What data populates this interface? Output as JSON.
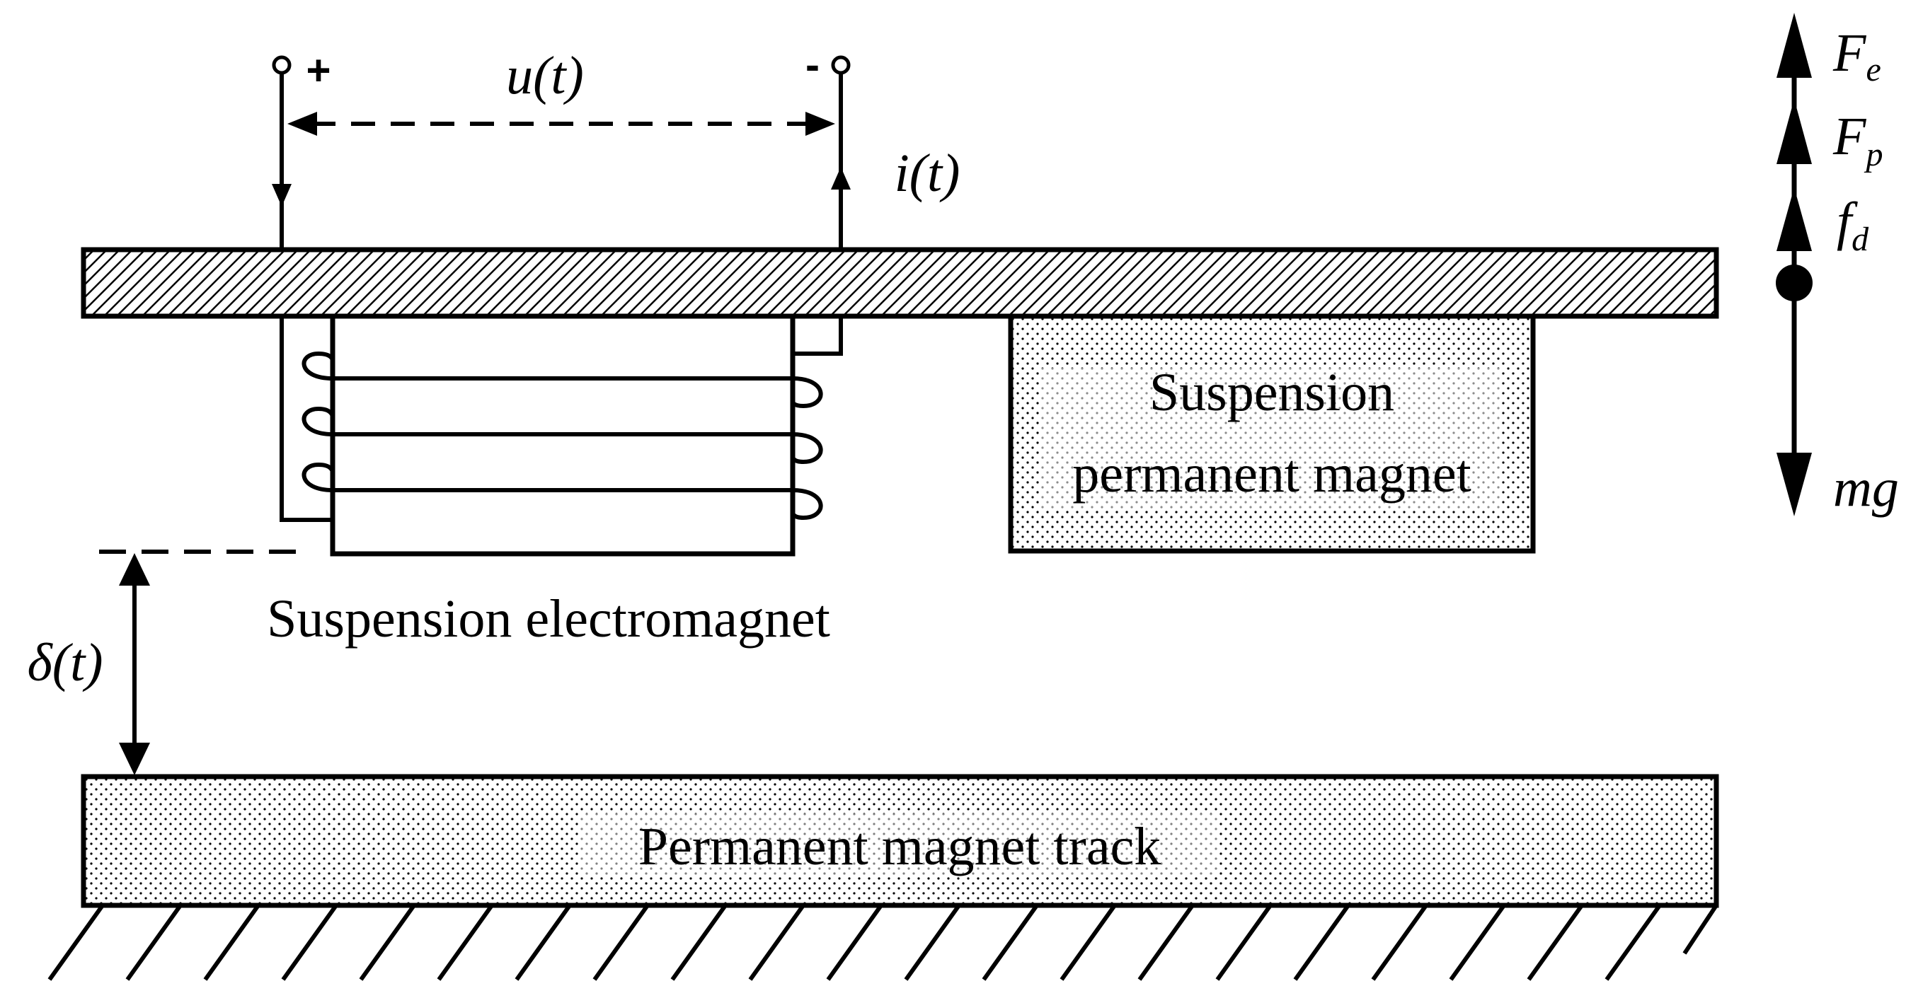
{
  "labels": {
    "voltage": "u(t)",
    "plus": "+",
    "minus": "-",
    "current": "i(t)",
    "suspension_pm_line1": "Suspension",
    "suspension_pm_line2": "permanent magnet",
    "suspension_em": "Suspension electromagnet",
    "gap": "δ(t)",
    "track": "Permanent magnet track"
  },
  "forces": {
    "fe": {
      "base": "F",
      "sub": "e"
    },
    "fp": {
      "base": "F",
      "sub": "p"
    },
    "fd": {
      "base": "f",
      "sub": "d"
    },
    "mg": "mg"
  },
  "colors": {
    "ink": "#000000",
    "background": "#ffffff"
  }
}
